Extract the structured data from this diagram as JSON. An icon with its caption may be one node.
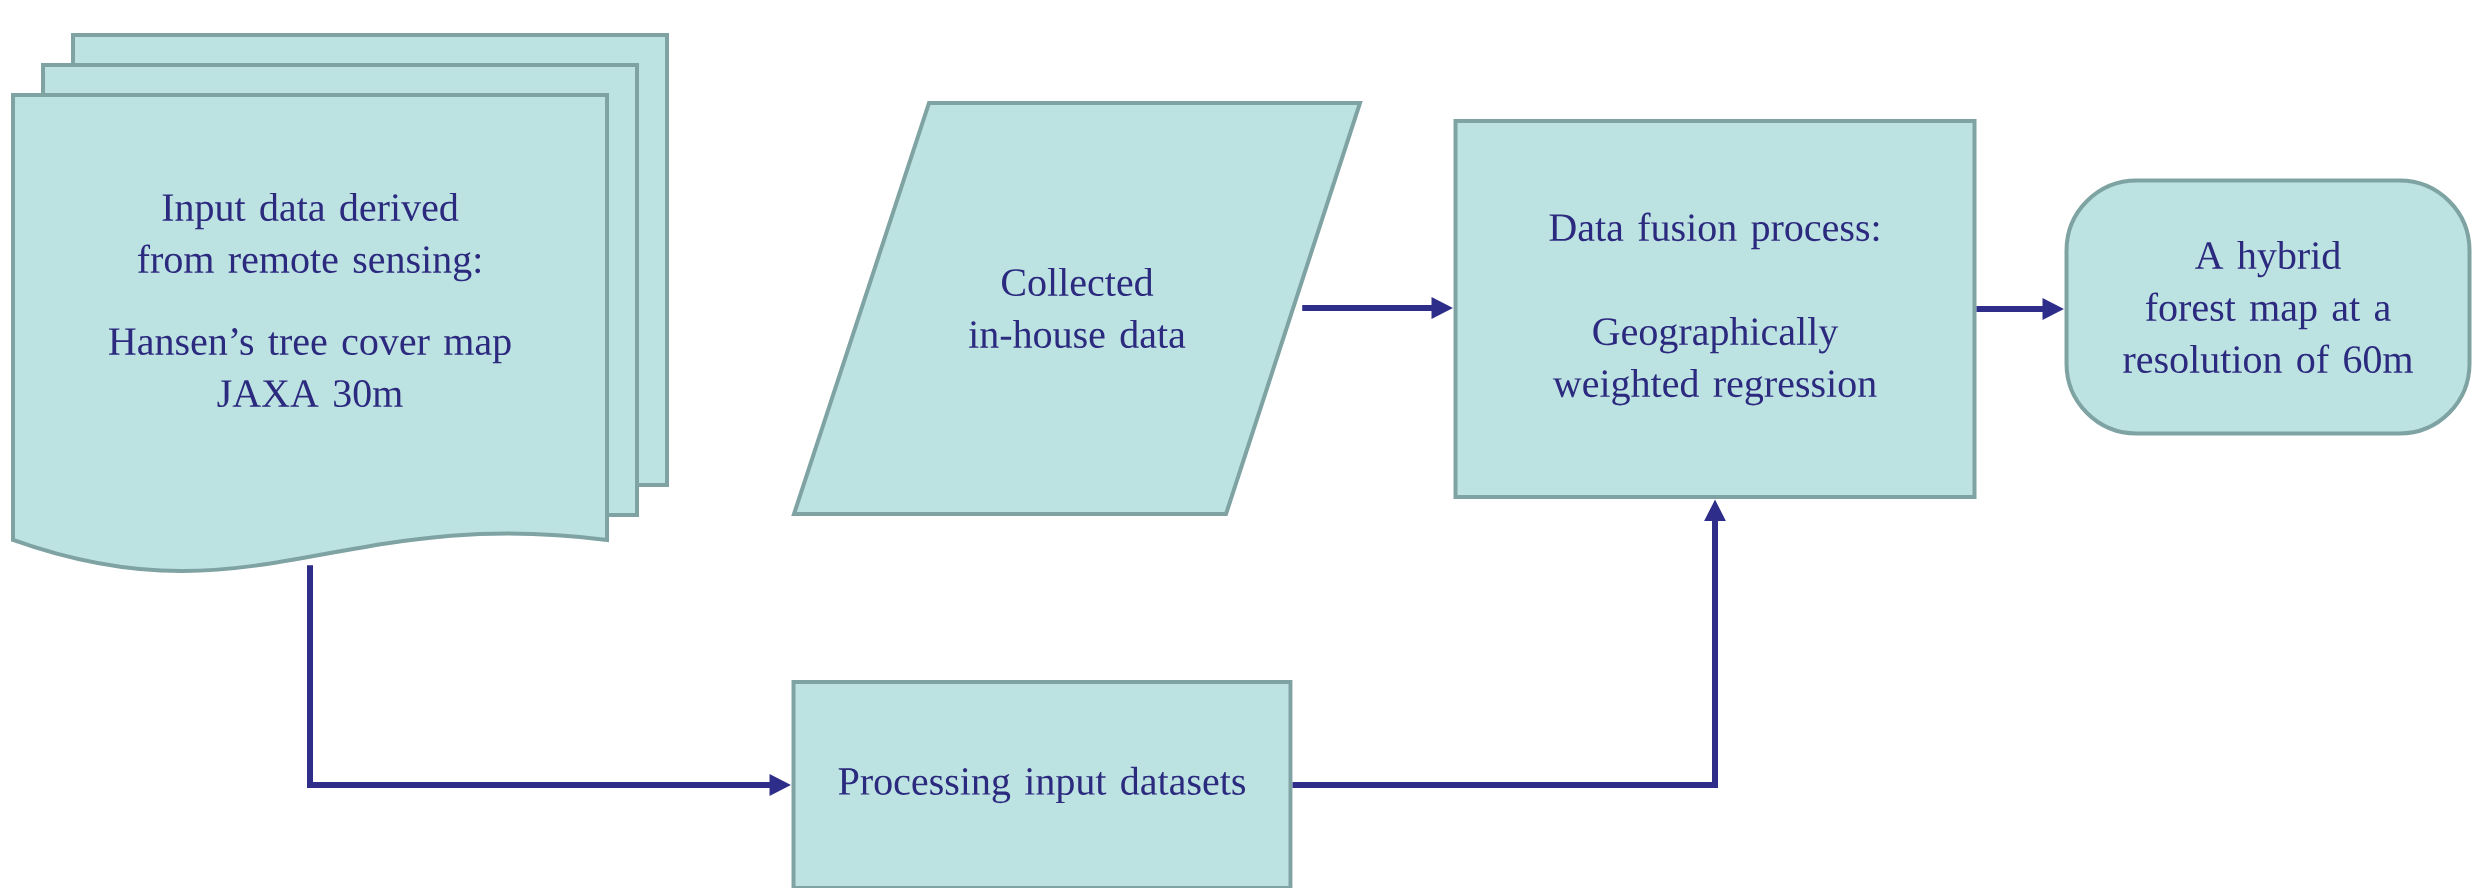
{
  "diagram": {
    "nodes": [
      {
        "text": [
          "Input data derived from remote sensing:",
          "Hansen’s tree cover map",
          "JAXA 30m"
        ]
      },
      {
        "text": [
          "Collected in-house data"
        ]
      },
      {
        "text": [
          "Data fusion process:",
          "Geographically weighted regression"
        ]
      },
      {
        "text": [
          "A hybrid forest map at a resolution of 60m"
        ]
      },
      {
        "text": [
          "Processing input datasets"
        ]
      }
    ],
    "edges": [
      {
        "from": 0,
        "to": 4,
        "arrow": "to"
      },
      {
        "from": 1,
        "to": 2,
        "arrow": "to"
      },
      {
        "from": 4,
        "to": 2,
        "arrow": "to"
      },
      {
        "from": 2,
        "to": 3,
        "arrow": "to"
      }
    ]
  }
}
